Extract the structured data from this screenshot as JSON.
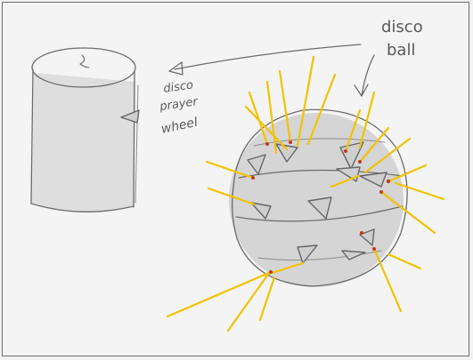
{
  "annotations": {
    "ball_label_line1": "disco",
    "ball_label_line2": "ball",
    "wheel_label_line1": "disco",
    "wheel_label_line2": "prayer",
    "wheel_label_line3": "wheel"
  },
  "colors": {
    "paper": "#f4f4f4",
    "pencil": "#6b6b6b",
    "light_ray": "#f2c200",
    "ray_origin": "#c23a1c",
    "shading": "#d9d9d9"
  }
}
